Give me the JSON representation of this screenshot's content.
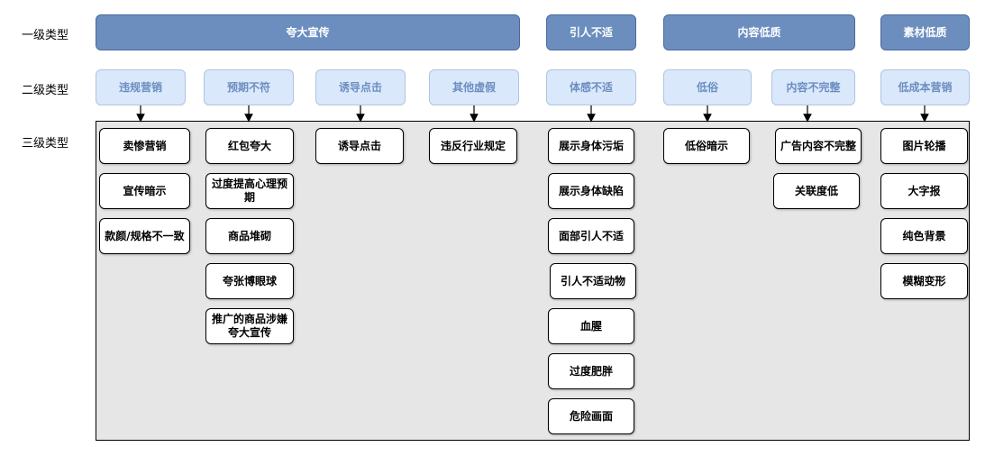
{
  "row_labels": {
    "level1": "一级类型",
    "level2": "二级类型",
    "level3": "三级类型"
  },
  "level1": [
    "夸大宣传",
    "引人不适",
    "内容低质",
    "素材低质"
  ],
  "level2": [
    "违规营销",
    "预期不符",
    "诱导点击",
    "其他虚假",
    "体感不适",
    "低俗",
    "内容不完整",
    "低成本营销"
  ],
  "level3": [
    [
      "卖惨营销",
      "宣传暗示",
      "款颜/规格不一致"
    ],
    [
      "红包夸大",
      "过度提高心理预期",
      "商品堆砌",
      "夸张博眼球",
      "推广的商品涉嫌夸大宣传"
    ],
    [
      "诱导点击"
    ],
    [
      "违反行业规定"
    ],
    [
      "展示身体污垢",
      "展示身体缺陷",
      "面部引人不适",
      "引人不适动物",
      "血腥",
      "过度肥胖",
      "危险画面"
    ],
    [
      "低俗暗示"
    ],
    [
      "广告内容不完整",
      "关联度低"
    ],
    [
      "图片轮播",
      "大字报",
      "纯色背景",
      "模糊变形"
    ]
  ],
  "colors": {
    "level1_fill": "#6c8ebf",
    "level2_fill": "#dae8fc",
    "level2_text": "#6c8ebf",
    "area_fill": "#e6e6e6"
  }
}
